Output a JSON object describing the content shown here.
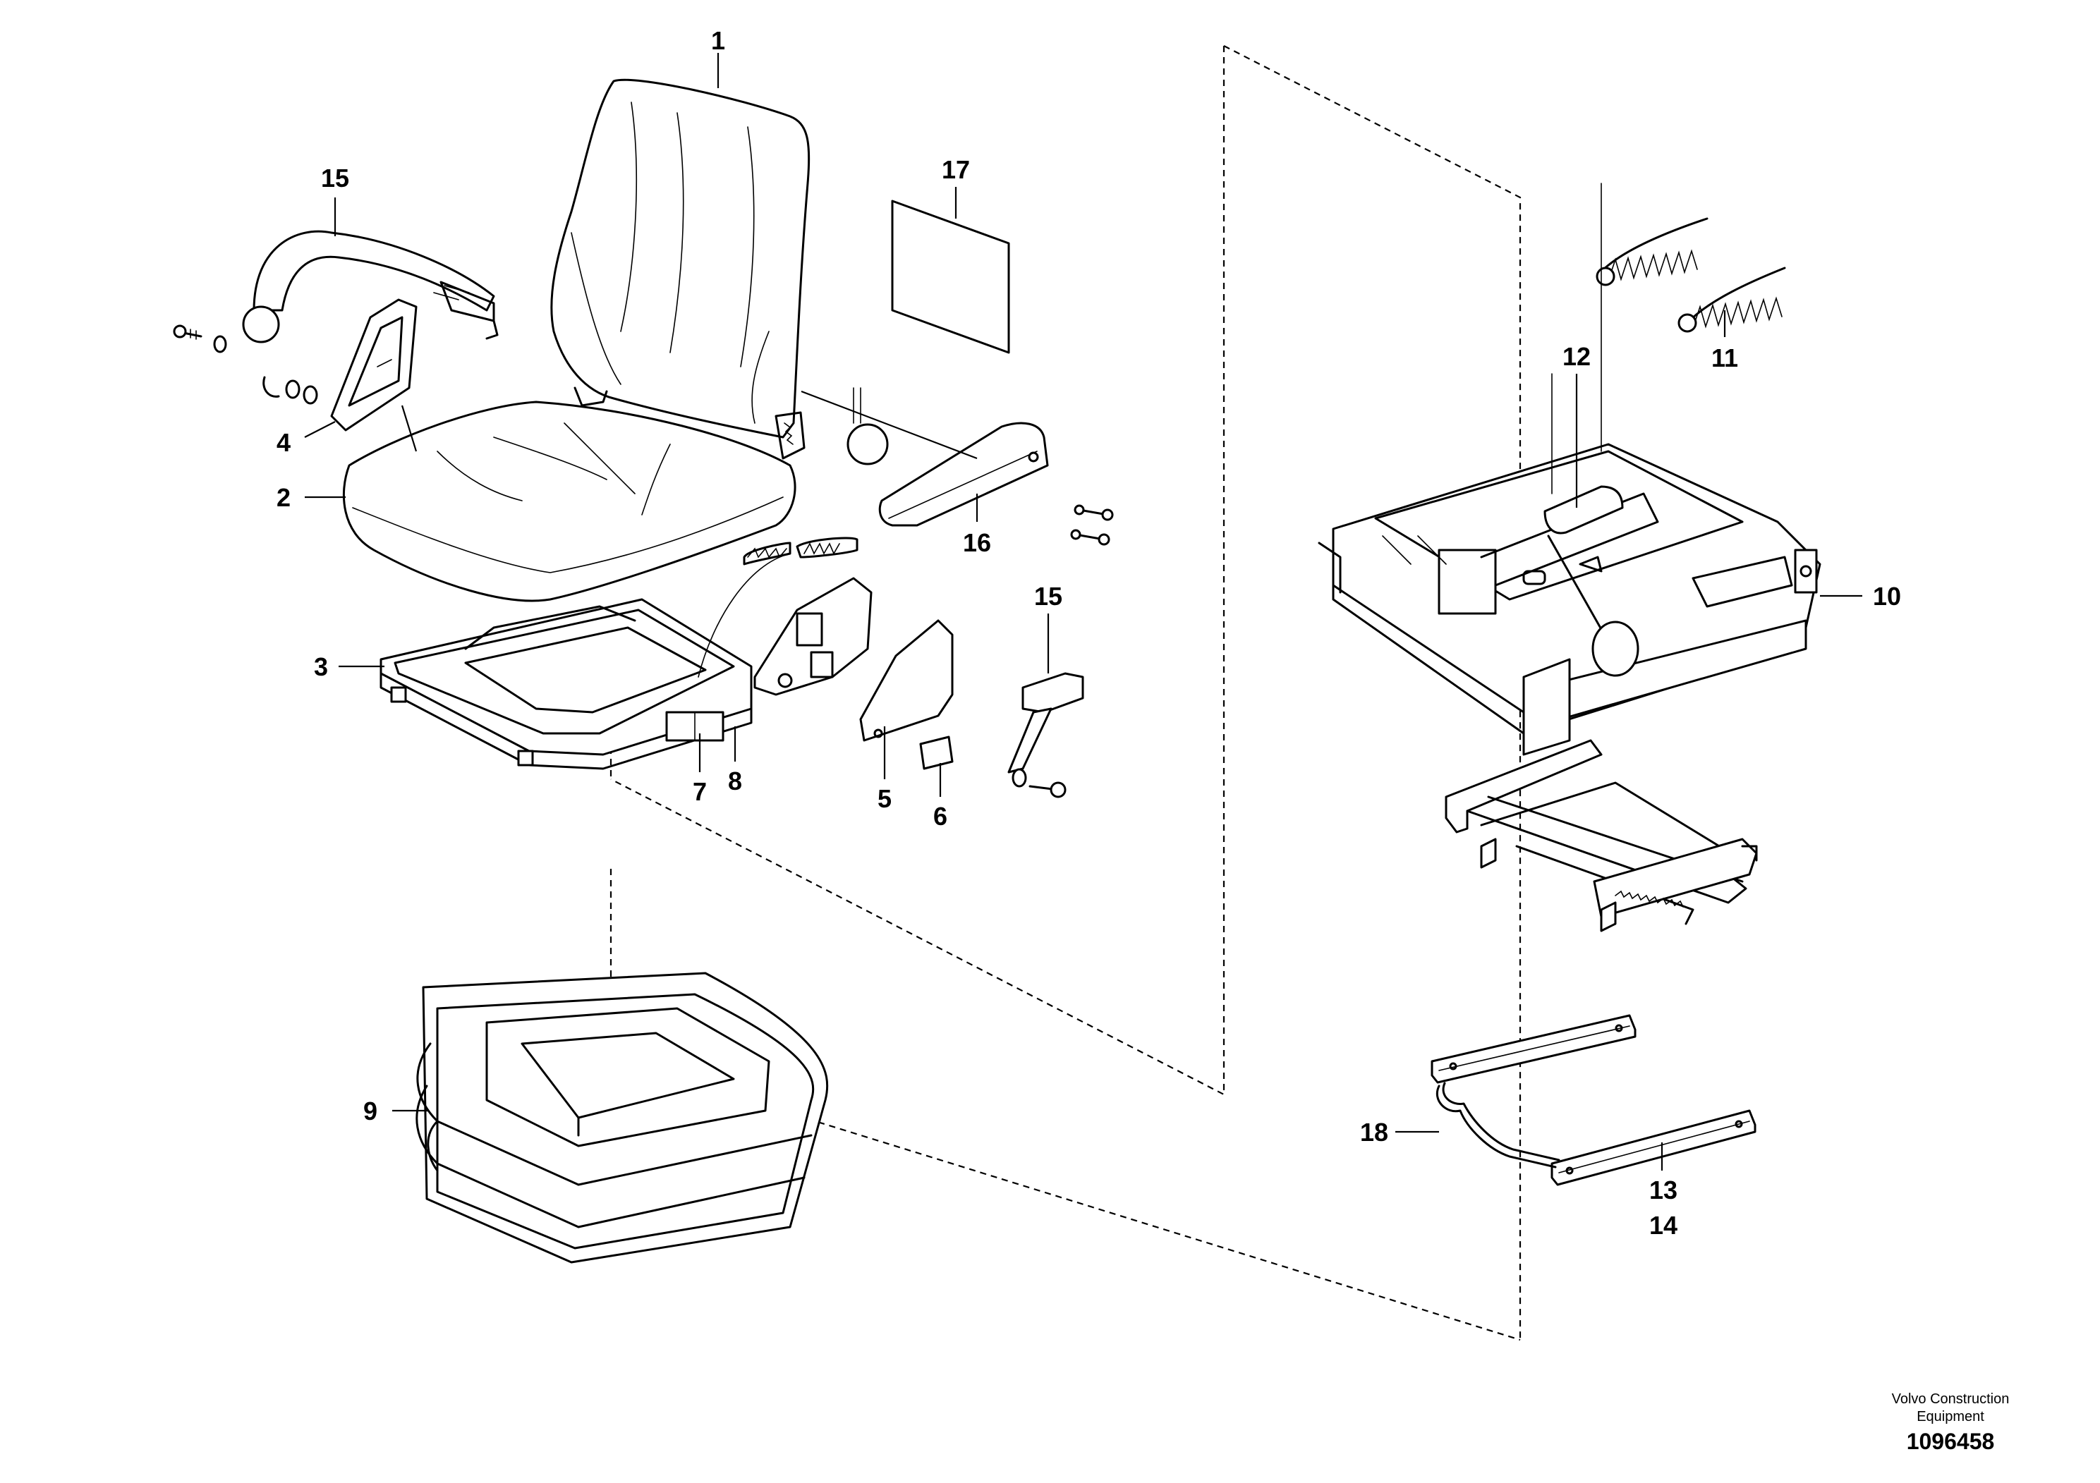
{
  "labels": {
    "l1": "1",
    "l2": "2",
    "l3": "3",
    "l4": "4",
    "l5": "5",
    "l6": "6",
    "l7": "7",
    "l8": "8",
    "l9": "9",
    "l10": "10",
    "l11": "11",
    "l12": "12",
    "l13": "13",
    "l14": "14",
    "l15a": "15",
    "l15b": "15",
    "l16": "16",
    "l17": "17",
    "l18": "18"
  },
  "footer": {
    "brand_line1": "Volvo Construction",
    "brand_line2": "Equipment",
    "drawing_number": "1096458"
  }
}
